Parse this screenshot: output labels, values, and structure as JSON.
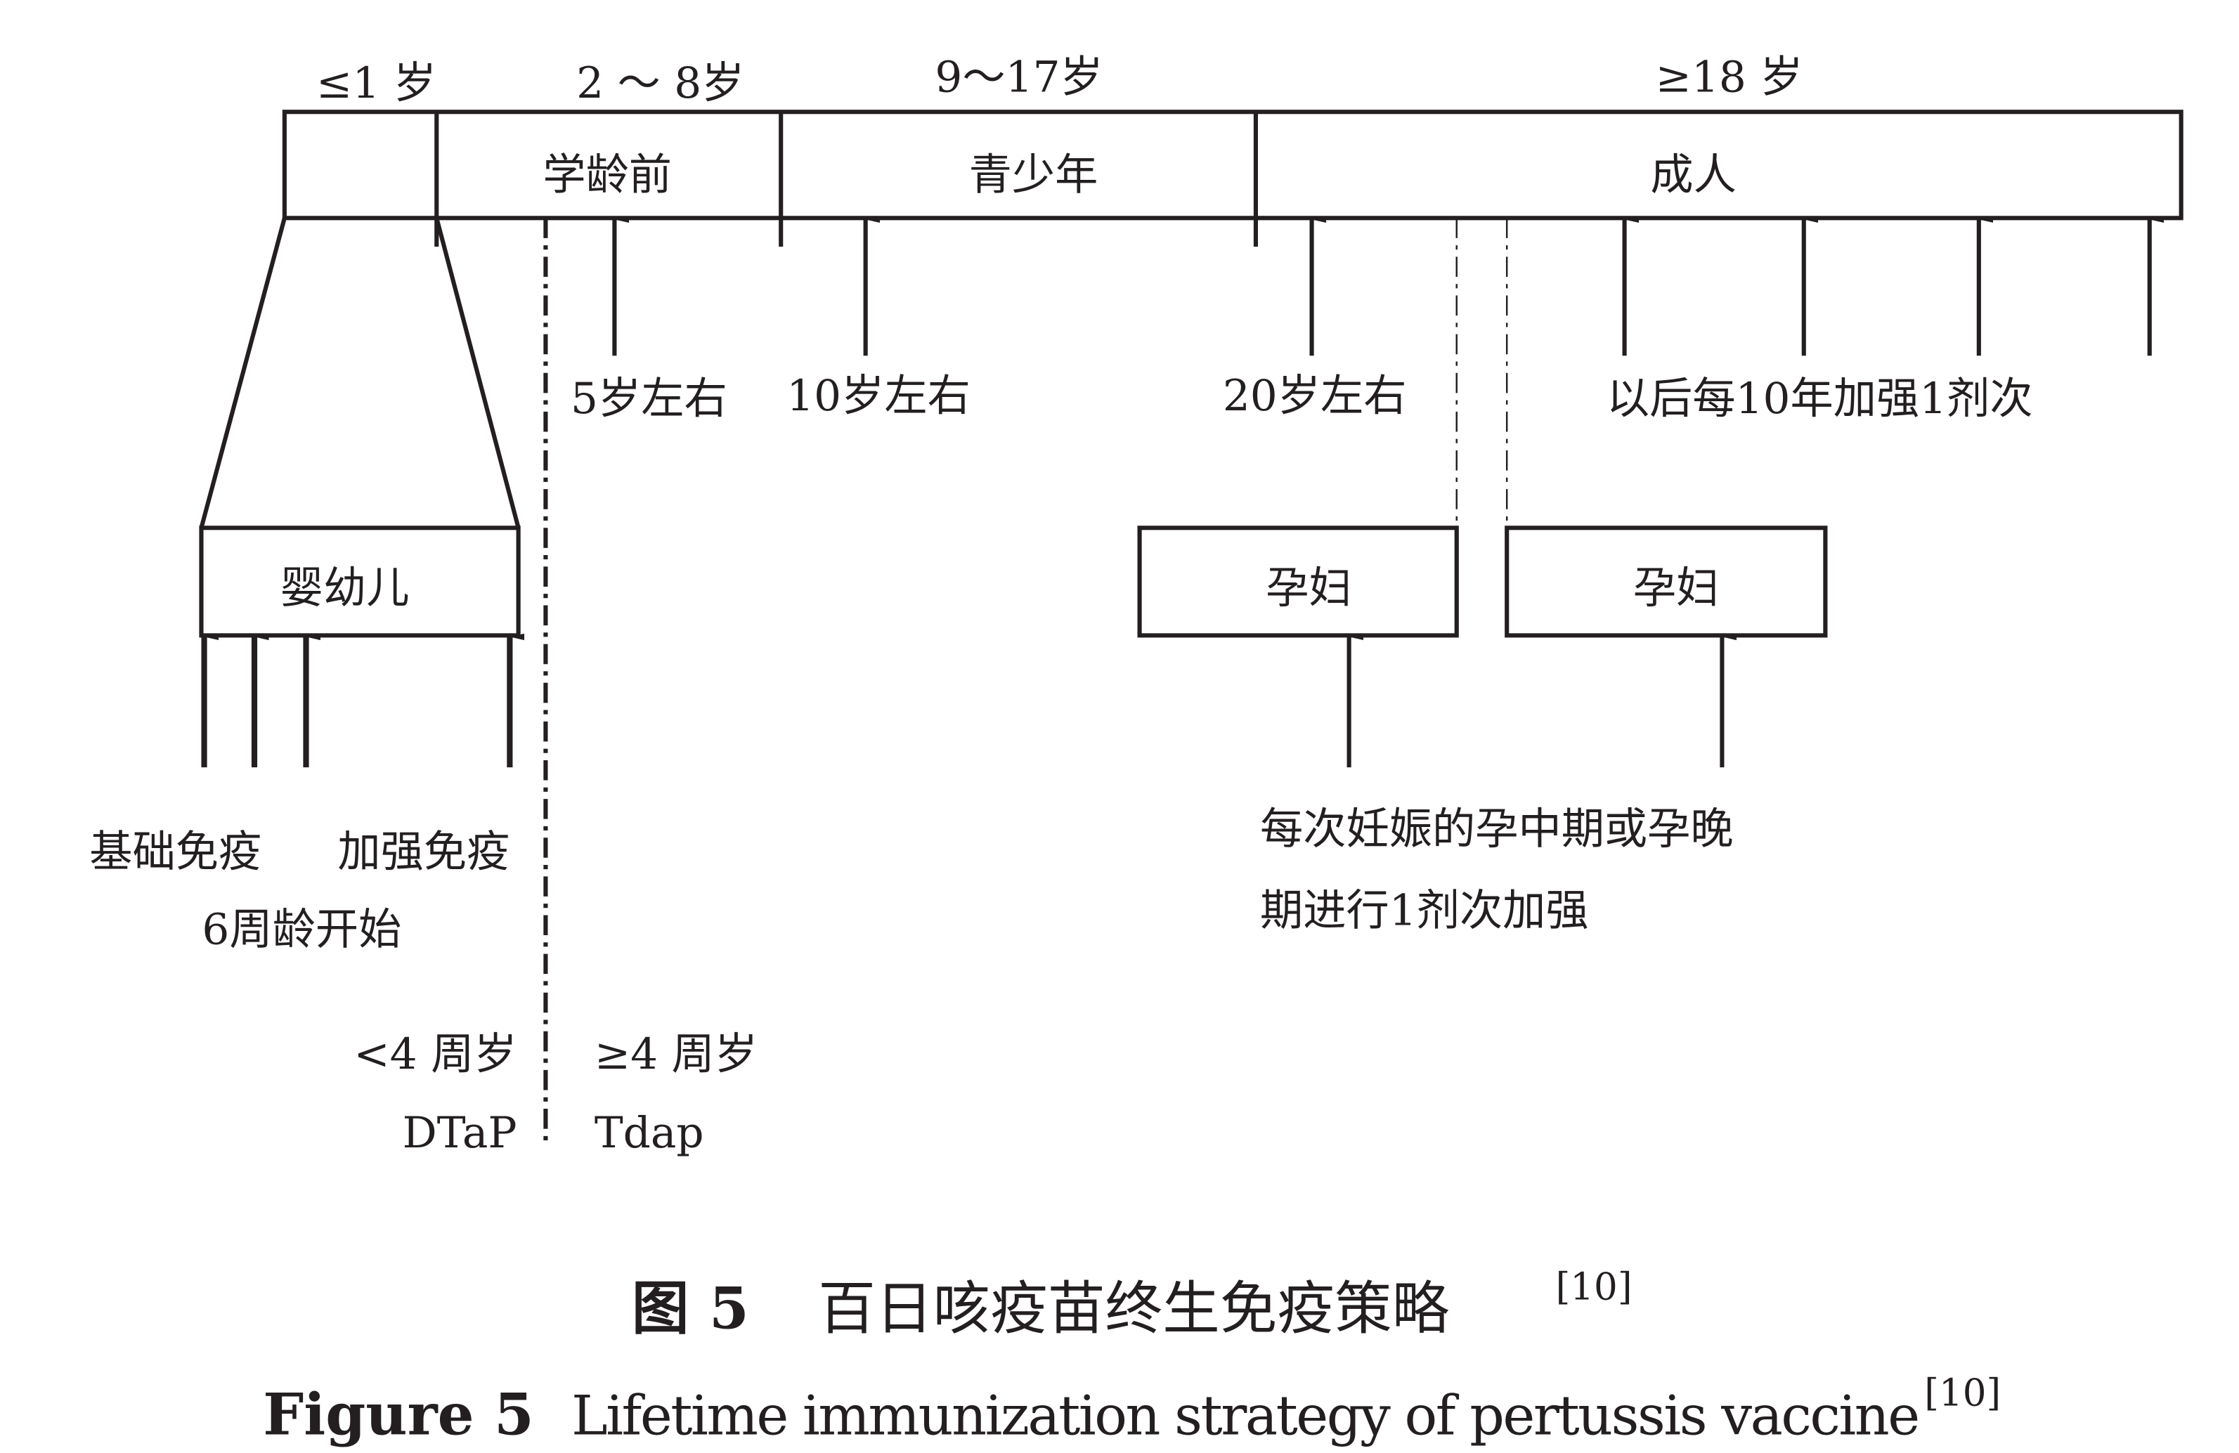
{
  "age_groups": [
    "≤1 岁",
    "2 ～ 8岁",
    "9～17岁",
    "≥18 岁"
  ],
  "stages": [
    "学龄前",
    "青少年",
    "成人"
  ],
  "booster_labels": [
    "5岁左右",
    "10岁左右",
    "20岁左右",
    "以后每10年加强1剂次"
  ],
  "infant_box": "婴幼儿",
  "infant_labels": {
    "primary": "基础免疫",
    "booster": "加强免疫",
    "start": "6周龄开始"
  },
  "vaccine_split": {
    "under4": "<4 周岁",
    "over4": "≥4 周岁",
    "under4_vaccine": "DTaP",
    "over4_vaccine": "Tdap"
  },
  "pregnancy_boxes": [
    "孕妇",
    "孕妇"
  ],
  "pregnancy_note": [
    "每次妊娠的孕中期或孕晚",
    "期进行1剂次加强"
  ],
  "caption": {
    "cn_label": "图 5",
    "cn_title": "百日咳疫苗终生免疫策略",
    "en_label": "Figure 5",
    "en_title": "Lifetime immunization strategy of pertussis vaccine",
    "ref": "[10]"
  }
}
